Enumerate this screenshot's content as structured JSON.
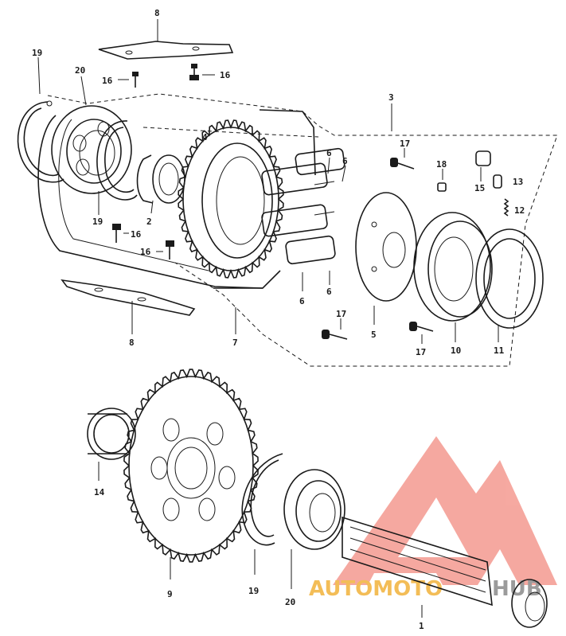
{
  "part_labels": {
    "p1": "1",
    "p2": "2",
    "p3": "3",
    "p4": "4",
    "p5": "5",
    "p6a": "6",
    "p6b": "6",
    "p6c": "6",
    "p6d": "6",
    "p7": "7",
    "p8top": "8",
    "p8bottom": "8",
    "p9": "9",
    "p10": "10",
    "p11": "11",
    "p12": "12",
    "p13": "13",
    "p14": "14",
    "p15": "15",
    "p16a": "16",
    "p16b": "16",
    "p16c": "16",
    "p16d": "16",
    "p17a": "17",
    "p17b": "17",
    "p17c": "17",
    "p18": "18",
    "p19top": "19",
    "p19mid": "19",
    "p19bottom": "19",
    "p20top": "20",
    "p20bottom": "20"
  },
  "watermark": {
    "text_part1": "AUTOMOTO",
    "text_part2": "HUB",
    "color_primary": "#f27a6e",
    "color_secondary": "#f2b23a",
    "color_tertiary": "#8a8a8a"
  }
}
